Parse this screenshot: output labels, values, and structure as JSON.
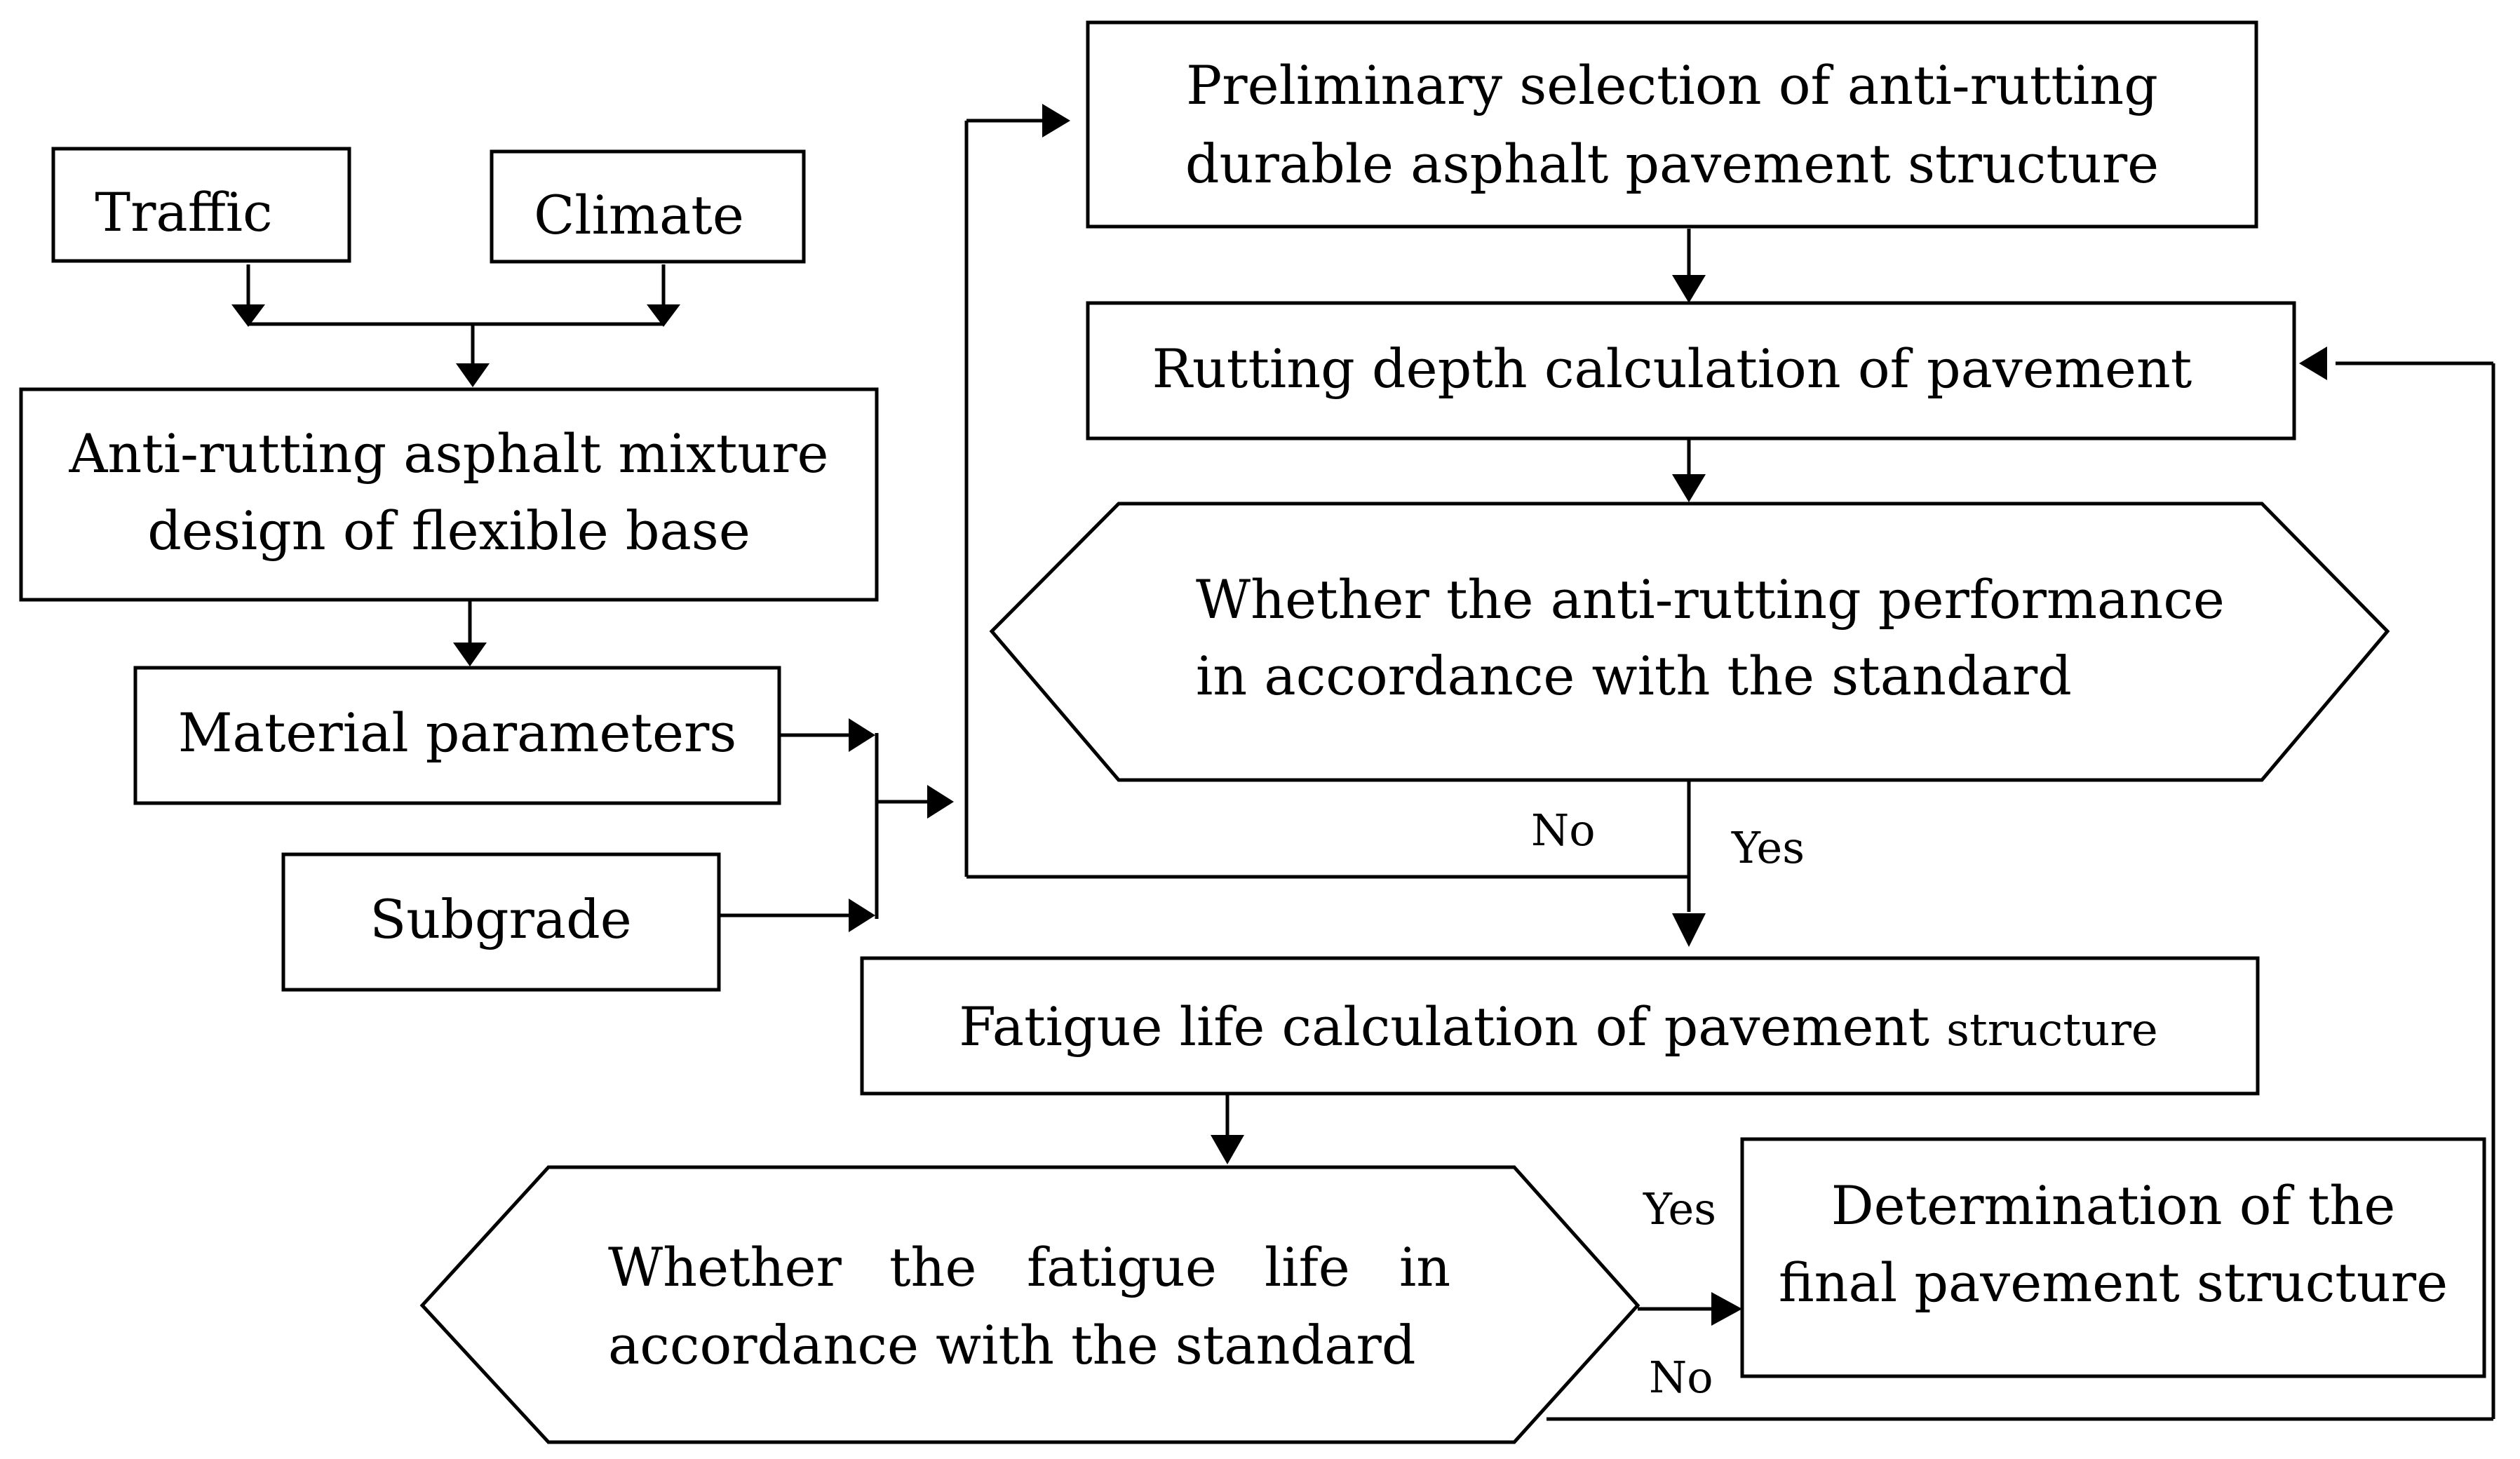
{
  "nodes": {
    "traffic": "Traffic",
    "climate": "Climate",
    "mixture_design": [
      "Anti-rutting asphalt mixture",
      "design of flexible base"
    ],
    "material_parameters": "Material parameters",
    "subgrade": "Subgrade",
    "preliminary_selection": [
      "Preliminary selection of anti-rutting",
      "durable asphalt pavement structure"
    ],
    "rutting_calc": "Rutting depth calculation of pavement",
    "anti_rutting_check": [
      "Whether the anti-rutting performance",
      "in accordance with the standard"
    ],
    "fatigue_calc_main": "Fatigue life calculation of pavement ",
    "fatigue_calc_tail": "structure",
    "fatigue_check_line1": [
      "Whether",
      "the",
      "fatigue",
      "life",
      "in"
    ],
    "fatigue_check_line2": "accordance with the standard",
    "final_structure": [
      "Determination of the",
      "final pavement structure"
    ]
  },
  "edge_labels": {
    "rutting_no": "No",
    "rutting_yes": "Yes",
    "fatigue_yes": "Yes",
    "fatigue_no": "No"
  }
}
